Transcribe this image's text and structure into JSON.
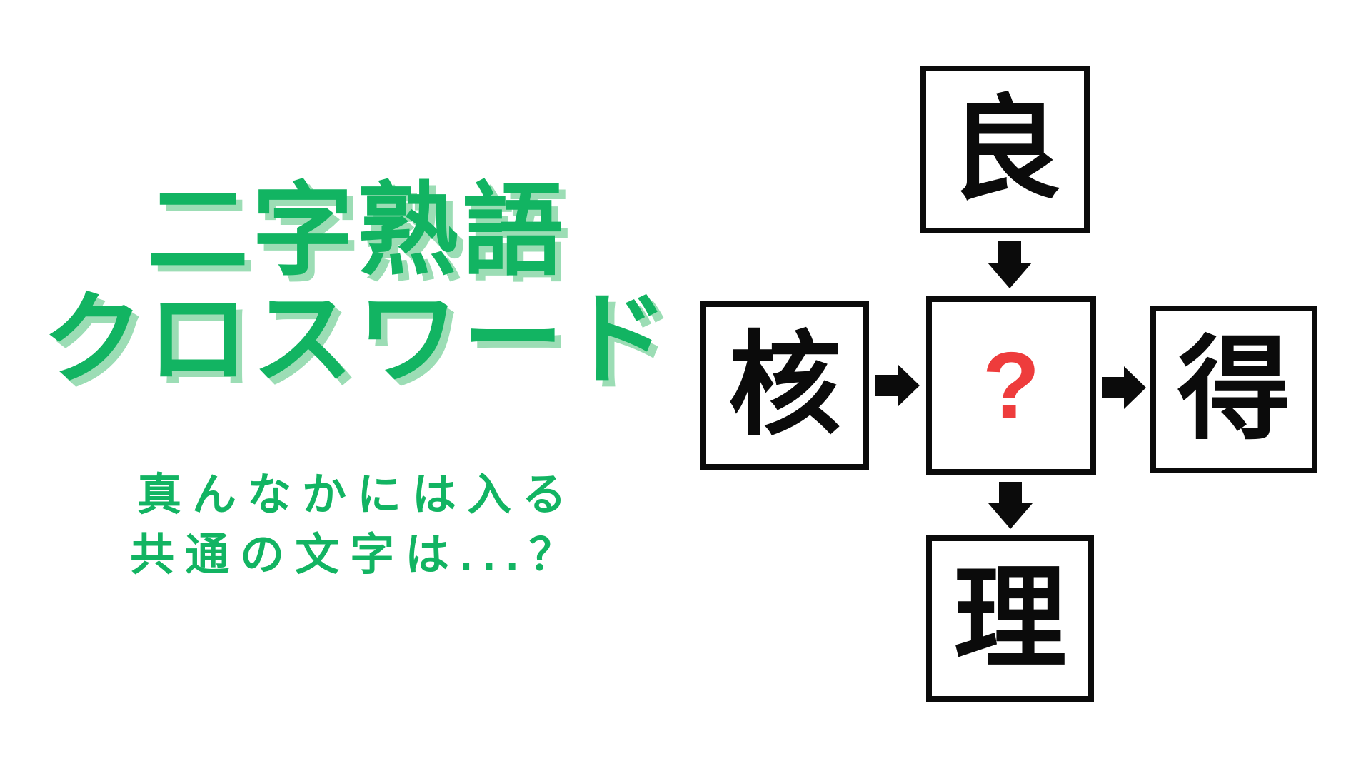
{
  "colors": {
    "green": "#12B462",
    "green-shadow": "#9CDDB5",
    "ink": "#0B0B0B",
    "red": "#EE3C3C",
    "bg": "#FFFFFF"
  },
  "title": {
    "line1": "二字熟語",
    "line2": "クロスワード"
  },
  "subtitle": {
    "line1": "真んなかには入る",
    "line2": "共通の文字は...？"
  },
  "puzzle": {
    "top": "良",
    "left": "核",
    "center": "?",
    "right": "得",
    "bottom": "理"
  }
}
